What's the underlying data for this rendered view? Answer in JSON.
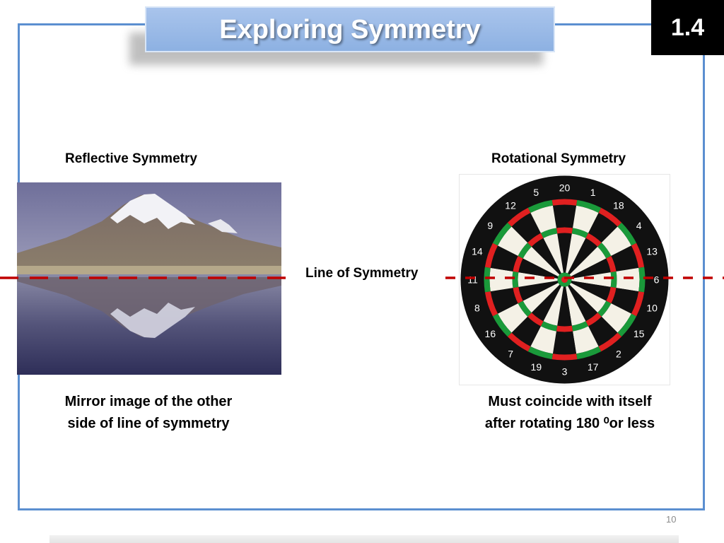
{
  "slide": {
    "title": "Exploring Symmetry",
    "section_number": "1.4",
    "page_number": "10"
  },
  "reflective": {
    "heading": "Reflective Symmetry",
    "caption_line1": "Mirror image of the other",
    "caption_line2": "side of line of symmetry"
  },
  "rotational": {
    "heading": "Rotational Symmetry",
    "caption_line1": "Must coincide with itself",
    "caption_line2": "after rotating 180 ⁰or less"
  },
  "line_of_symmetry_label": "Line of Symmetry",
  "dartboard_numbers": [
    "20",
    "1",
    "18",
    "4",
    "13",
    "6",
    "10",
    "15",
    "2",
    "17",
    "3",
    "19",
    "7",
    "16",
    "8",
    "11",
    "14",
    "9",
    "12",
    "5"
  ],
  "colors": {
    "frame_blue": "#5b8fd0",
    "title_fill": "#8db1e2",
    "symmetry_line_red": "#c00000",
    "dart_red": "#e02020",
    "dart_green": "#1a9a3a"
  }
}
